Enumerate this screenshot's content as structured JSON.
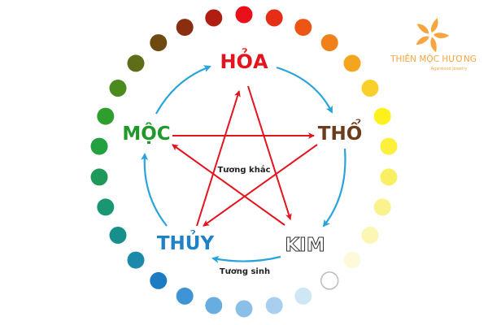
{
  "elements": {
    "hoa": {
      "label": "HỎA",
      "color": "#e3141e"
    },
    "moc": {
      "label": "MỘC",
      "color": "#1f9a2a"
    },
    "tho": {
      "label": "THỔ",
      "color": "#6b3d1c"
    },
    "thuy": {
      "label": "THỦY",
      "color": "#2181c6"
    },
    "kim": {
      "label": "KIM",
      "color": "#ffffff",
      "stroke": "#333333"
    }
  },
  "cycles": {
    "destructive": {
      "label": "Tương khắc",
      "color": "#e3141e"
    },
    "generative": {
      "label": "Tương sinh",
      "color": "#29a3dc"
    }
  },
  "dot_colors": [
    "#e8101a",
    "#e62e16",
    "#ec5514",
    "#f0801a",
    "#f4a520",
    "#fbcf2a",
    "#fdf11c",
    "#fbf03c",
    "#f9ef62",
    "#faf28c",
    "#fbf6b4",
    "#fdfadc",
    "#ffffff",
    "#cfe6f5",
    "#a8d0ee",
    "#8ac0e8",
    "#68ade0",
    "#3e94d5",
    "#1b7cc4",
    "#1a8aa8",
    "#178f8a",
    "#199772",
    "#1f995a",
    "#23a040",
    "#2e9e2c",
    "#4a8a1e",
    "#5e6e18",
    "#6e4a12",
    "#8a2e10",
    "#b01e12"
  ],
  "logo": {
    "name": "THIÊN MỘC HƯƠNG",
    "tagline": "Agarwood Jewelry",
    "color": "#f5a640"
  }
}
